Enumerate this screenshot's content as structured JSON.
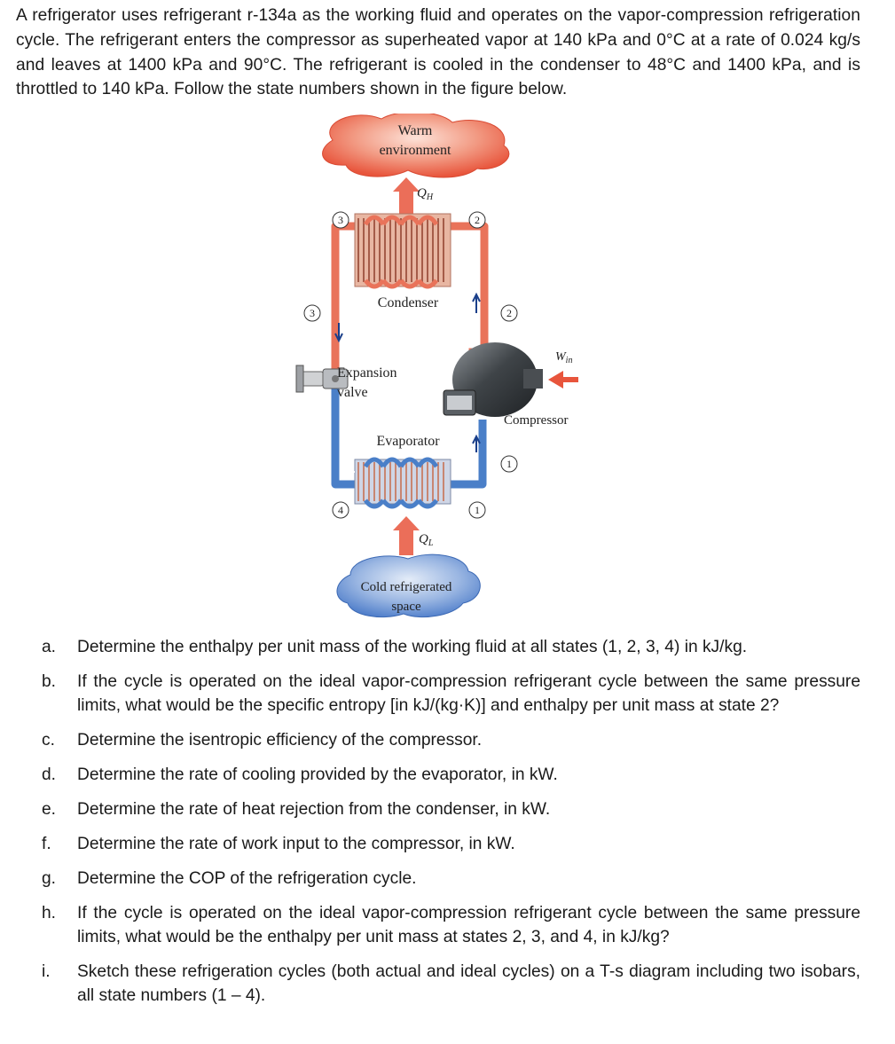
{
  "problem": {
    "intro": "A refrigerator uses refrigerant r-134a as the working fluid and operates on the vapor-compression refrigeration cycle. The refrigerant enters the compressor as superheated vapor at 140 kPa and 0°C at a rate of 0.024 kg/s and leaves at 1400 kPa and 90°C. The refrigerant is cooled in the condenser to 48°C and 1400 kPa, and is throttled to 140 kPa. Follow the state numbers shown in the figure below."
  },
  "figure": {
    "warm_label_1": "Warm",
    "warm_label_2": "environment",
    "qh": "Q",
    "qh_sub": "H",
    "condenser": "Condenser",
    "expansion_1": "Expansion",
    "expansion_2": "valve",
    "evaporator": "Evaporator",
    "compressor": "Compressor",
    "win": "W",
    "win_sub": "in",
    "ql": "Q",
    "ql_sub": "L",
    "cold_1": "Cold refrigerated",
    "cold_2": "space",
    "state_1": "1",
    "state_2": "2",
    "state_3": "3",
    "state_4": "4",
    "colors": {
      "hot_pipe": "#e9735a",
      "cold_pipe": "#4a7fc8",
      "warm_cloud": "#e8553c",
      "cold_cloud": "#4b7bc9"
    }
  },
  "questions": [
    {
      "letter": "a.",
      "text": "Determine the enthalpy per unit mass of the working fluid at all states (1, 2, 3, 4) in kJ/kg."
    },
    {
      "letter": "b.",
      "text": "If the cycle is operated on the ideal vapor-compression refrigerant cycle between the same pressure limits, what would be the specific entropy [in kJ/(kg·K)] and enthalpy per unit mass at state 2?"
    },
    {
      "letter": "c.",
      "text": "Determine the isentropic efficiency of the compressor."
    },
    {
      "letter": "d.",
      "text": "Determine the rate of cooling provided by the evaporator, in kW."
    },
    {
      "letter": "e.",
      "text": "Determine the rate of heat rejection from the condenser, in kW."
    },
    {
      "letter": "f.",
      "text": "Determine the rate of work input to the compressor, in kW."
    },
    {
      "letter": "g.",
      "text": "Determine the COP of the refrigeration cycle."
    },
    {
      "letter": "h.",
      "text": "If the cycle is operated on the ideal vapor-compression refrigerant cycle between the same pressure limits, what would be the enthalpy per unit mass at states 2, 3, and 4, in kJ/kg?"
    },
    {
      "letter": "i.",
      "text": "Sketch these refrigeration cycles (both actual and ideal cycles) on a T-s diagram including two isobars, all state numbers (1 – 4)."
    }
  ]
}
